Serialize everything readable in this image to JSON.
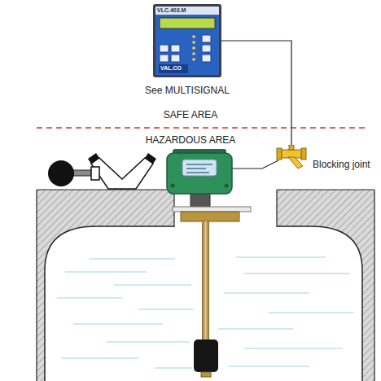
{
  "diagram": {
    "nodes": [
      {
        "text": [
          "VLC.403.M",
          "VAL.CO",
          "See MULTISIGNAL"
        ]
      },
      {
        "text": [
          "Blocking joint"
        ]
      }
    ],
    "edges": [
      {
        "from": 0,
        "to": 1,
        "arrow": "none"
      }
    ],
    "labels": [
      "SAFE AREA",
      "HAZARDOUS AREA"
    ]
  }
}
